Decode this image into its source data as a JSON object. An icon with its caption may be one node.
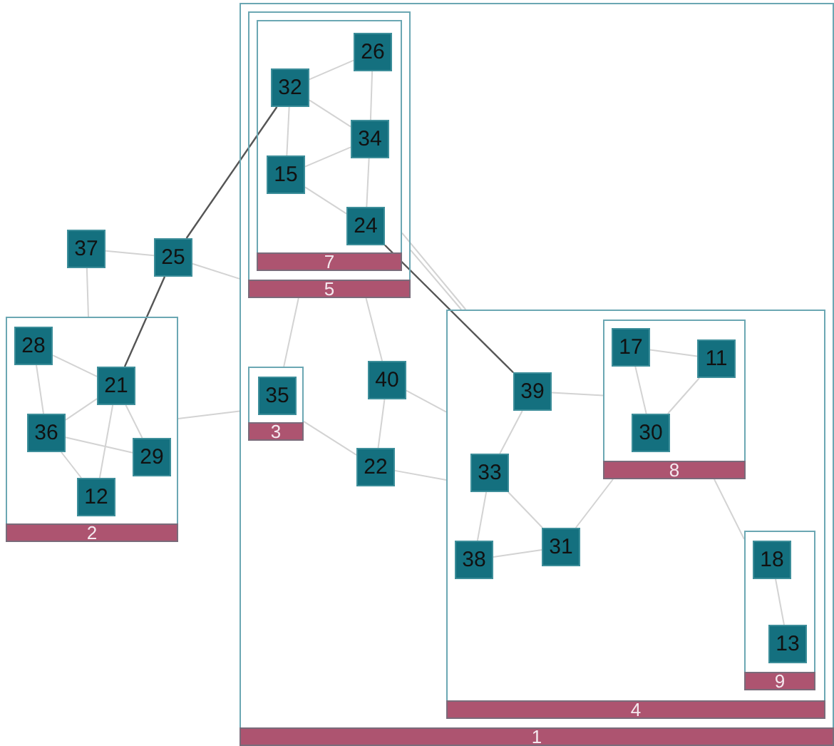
{
  "diagram": {
    "nodes": [
      {
        "text": [
          "1"
        ]
      },
      {
        "text": [
          "5"
        ],
        "in": 0
      },
      {
        "text": [
          "7"
        ],
        "in": 1
      },
      {
        "text": [
          "26"
        ],
        "in": 2
      },
      {
        "text": [
          "32"
        ],
        "in": 2
      },
      {
        "text": [
          "34"
        ],
        "in": 2
      },
      {
        "text": [
          "15"
        ],
        "in": 2
      },
      {
        "text": [
          "24"
        ],
        "in": 2
      },
      {
        "text": [
          "37"
        ]
      },
      {
        "text": [
          "25"
        ]
      },
      {
        "text": [
          "2"
        ]
      },
      {
        "text": [
          "28"
        ],
        "in": 10
      },
      {
        "text": [
          "21"
        ],
        "in": 10
      },
      {
        "text": [
          "36"
        ],
        "in": 10
      },
      {
        "text": [
          "29"
        ],
        "in": 10
      },
      {
        "text": [
          "12"
        ],
        "in": 10
      },
      {
        "text": [
          "3"
        ],
        "in": 0
      },
      {
        "text": [
          "35"
        ],
        "in": 16
      },
      {
        "text": [
          "40"
        ],
        "in": 0
      },
      {
        "text": [
          "22"
        ],
        "in": 0
      },
      {
        "text": [
          "4"
        ],
        "in": 0
      },
      {
        "text": [
          "39"
        ],
        "in": 20
      },
      {
        "text": [
          "33"
        ],
        "in": 20
      },
      {
        "text": [
          "38"
        ],
        "in": 20
      },
      {
        "text": [
          "31"
        ],
        "in": 20
      },
      {
        "text": [
          "8"
        ],
        "in": 20
      },
      {
        "text": [
          "17"
        ],
        "in": 25
      },
      {
        "text": [
          "11"
        ],
        "in": 25
      },
      {
        "text": [
          "30"
        ],
        "in": 25
      },
      {
        "text": [
          "9"
        ],
        "in": 20
      },
      {
        "text": [
          "18"
        ],
        "in": 29
      },
      {
        "text": [
          "13"
        ],
        "in": 29
      }
    ],
    "edges": [
      {
        "from": 3,
        "to": 4,
        "arrow": "none"
      },
      {
        "from": 3,
        "to": 5,
        "arrow": "none"
      },
      {
        "from": 4,
        "to": 5,
        "arrow": "none"
      },
      {
        "from": 4,
        "to": 6,
        "arrow": "none"
      },
      {
        "from": 6,
        "to": 5,
        "arrow": "none"
      },
      {
        "from": 6,
        "to": 7,
        "arrow": "none"
      },
      {
        "from": 5,
        "to": 7,
        "arrow": "none"
      },
      {
        "from": 8,
        "to": 9,
        "arrow": "none"
      },
      {
        "from": 8,
        "to": 10,
        "arrow": "none"
      },
      {
        "from": 9,
        "to": 0,
        "arrow": "none"
      },
      {
        "from": 12,
        "to": 9,
        "arrow": "none",
        "color": "#555555"
      },
      {
        "from": 9,
        "to": 4,
        "arrow": "none",
        "color": "#555555"
      },
      {
        "from": 7,
        "to": 21,
        "arrow": "none",
        "color": "#555555"
      },
      {
        "from": 11,
        "to": 12,
        "arrow": "none"
      },
      {
        "from": 11,
        "to": 13,
        "arrow": "none"
      },
      {
        "from": 13,
        "to": 12,
        "arrow": "none"
      },
      {
        "from": 13,
        "to": 14,
        "arrow": "none"
      },
      {
        "from": 13,
        "to": 15,
        "arrow": "none"
      },
      {
        "from": 12,
        "to": 15,
        "arrow": "none"
      },
      {
        "from": 12,
        "to": 14,
        "arrow": "none"
      },
      {
        "from": 10,
        "to": 0,
        "arrow": "none"
      },
      {
        "from": 1,
        "to": 16,
        "arrow": "none"
      },
      {
        "from": 1,
        "to": 18,
        "arrow": "none"
      },
      {
        "from": 2,
        "to": 20,
        "arrow": "none"
      },
      {
        "from": 1,
        "to": 20,
        "arrow": "none"
      },
      {
        "from": 18,
        "to": 19,
        "arrow": "none"
      },
      {
        "from": 18,
        "to": 20,
        "arrow": "none"
      },
      {
        "from": 16,
        "to": 19,
        "arrow": "none"
      },
      {
        "from": 19,
        "to": 20,
        "arrow": "none"
      },
      {
        "from": 21,
        "to": 25,
        "arrow": "none"
      },
      {
        "from": 21,
        "to": 22,
        "arrow": "none"
      },
      {
        "from": 22,
        "to": 23,
        "arrow": "none"
      },
      {
        "from": 22,
        "to": 24,
        "arrow": "none"
      },
      {
        "from": 23,
        "to": 24,
        "arrow": "none"
      },
      {
        "from": 24,
        "to": 25,
        "arrow": "none"
      },
      {
        "from": 25,
        "to": 29,
        "arrow": "none"
      },
      {
        "from": 26,
        "to": 27,
        "arrow": "none"
      },
      {
        "from": 26,
        "to": 28,
        "arrow": "none"
      },
      {
        "from": 27,
        "to": 28,
        "arrow": "none"
      },
      {
        "from": 30,
        "to": 31,
        "arrow": "none"
      }
    ]
  }
}
